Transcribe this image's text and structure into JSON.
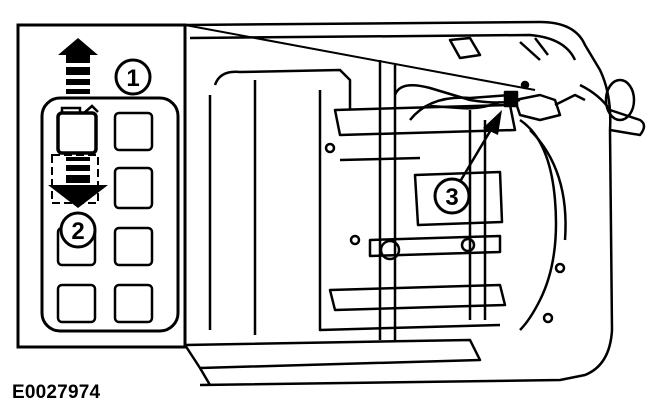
{
  "figure": {
    "reference_id": "E0027974",
    "callouts": [
      {
        "number": "1"
      },
      {
        "number": "2"
      },
      {
        "number": "3"
      }
    ]
  }
}
